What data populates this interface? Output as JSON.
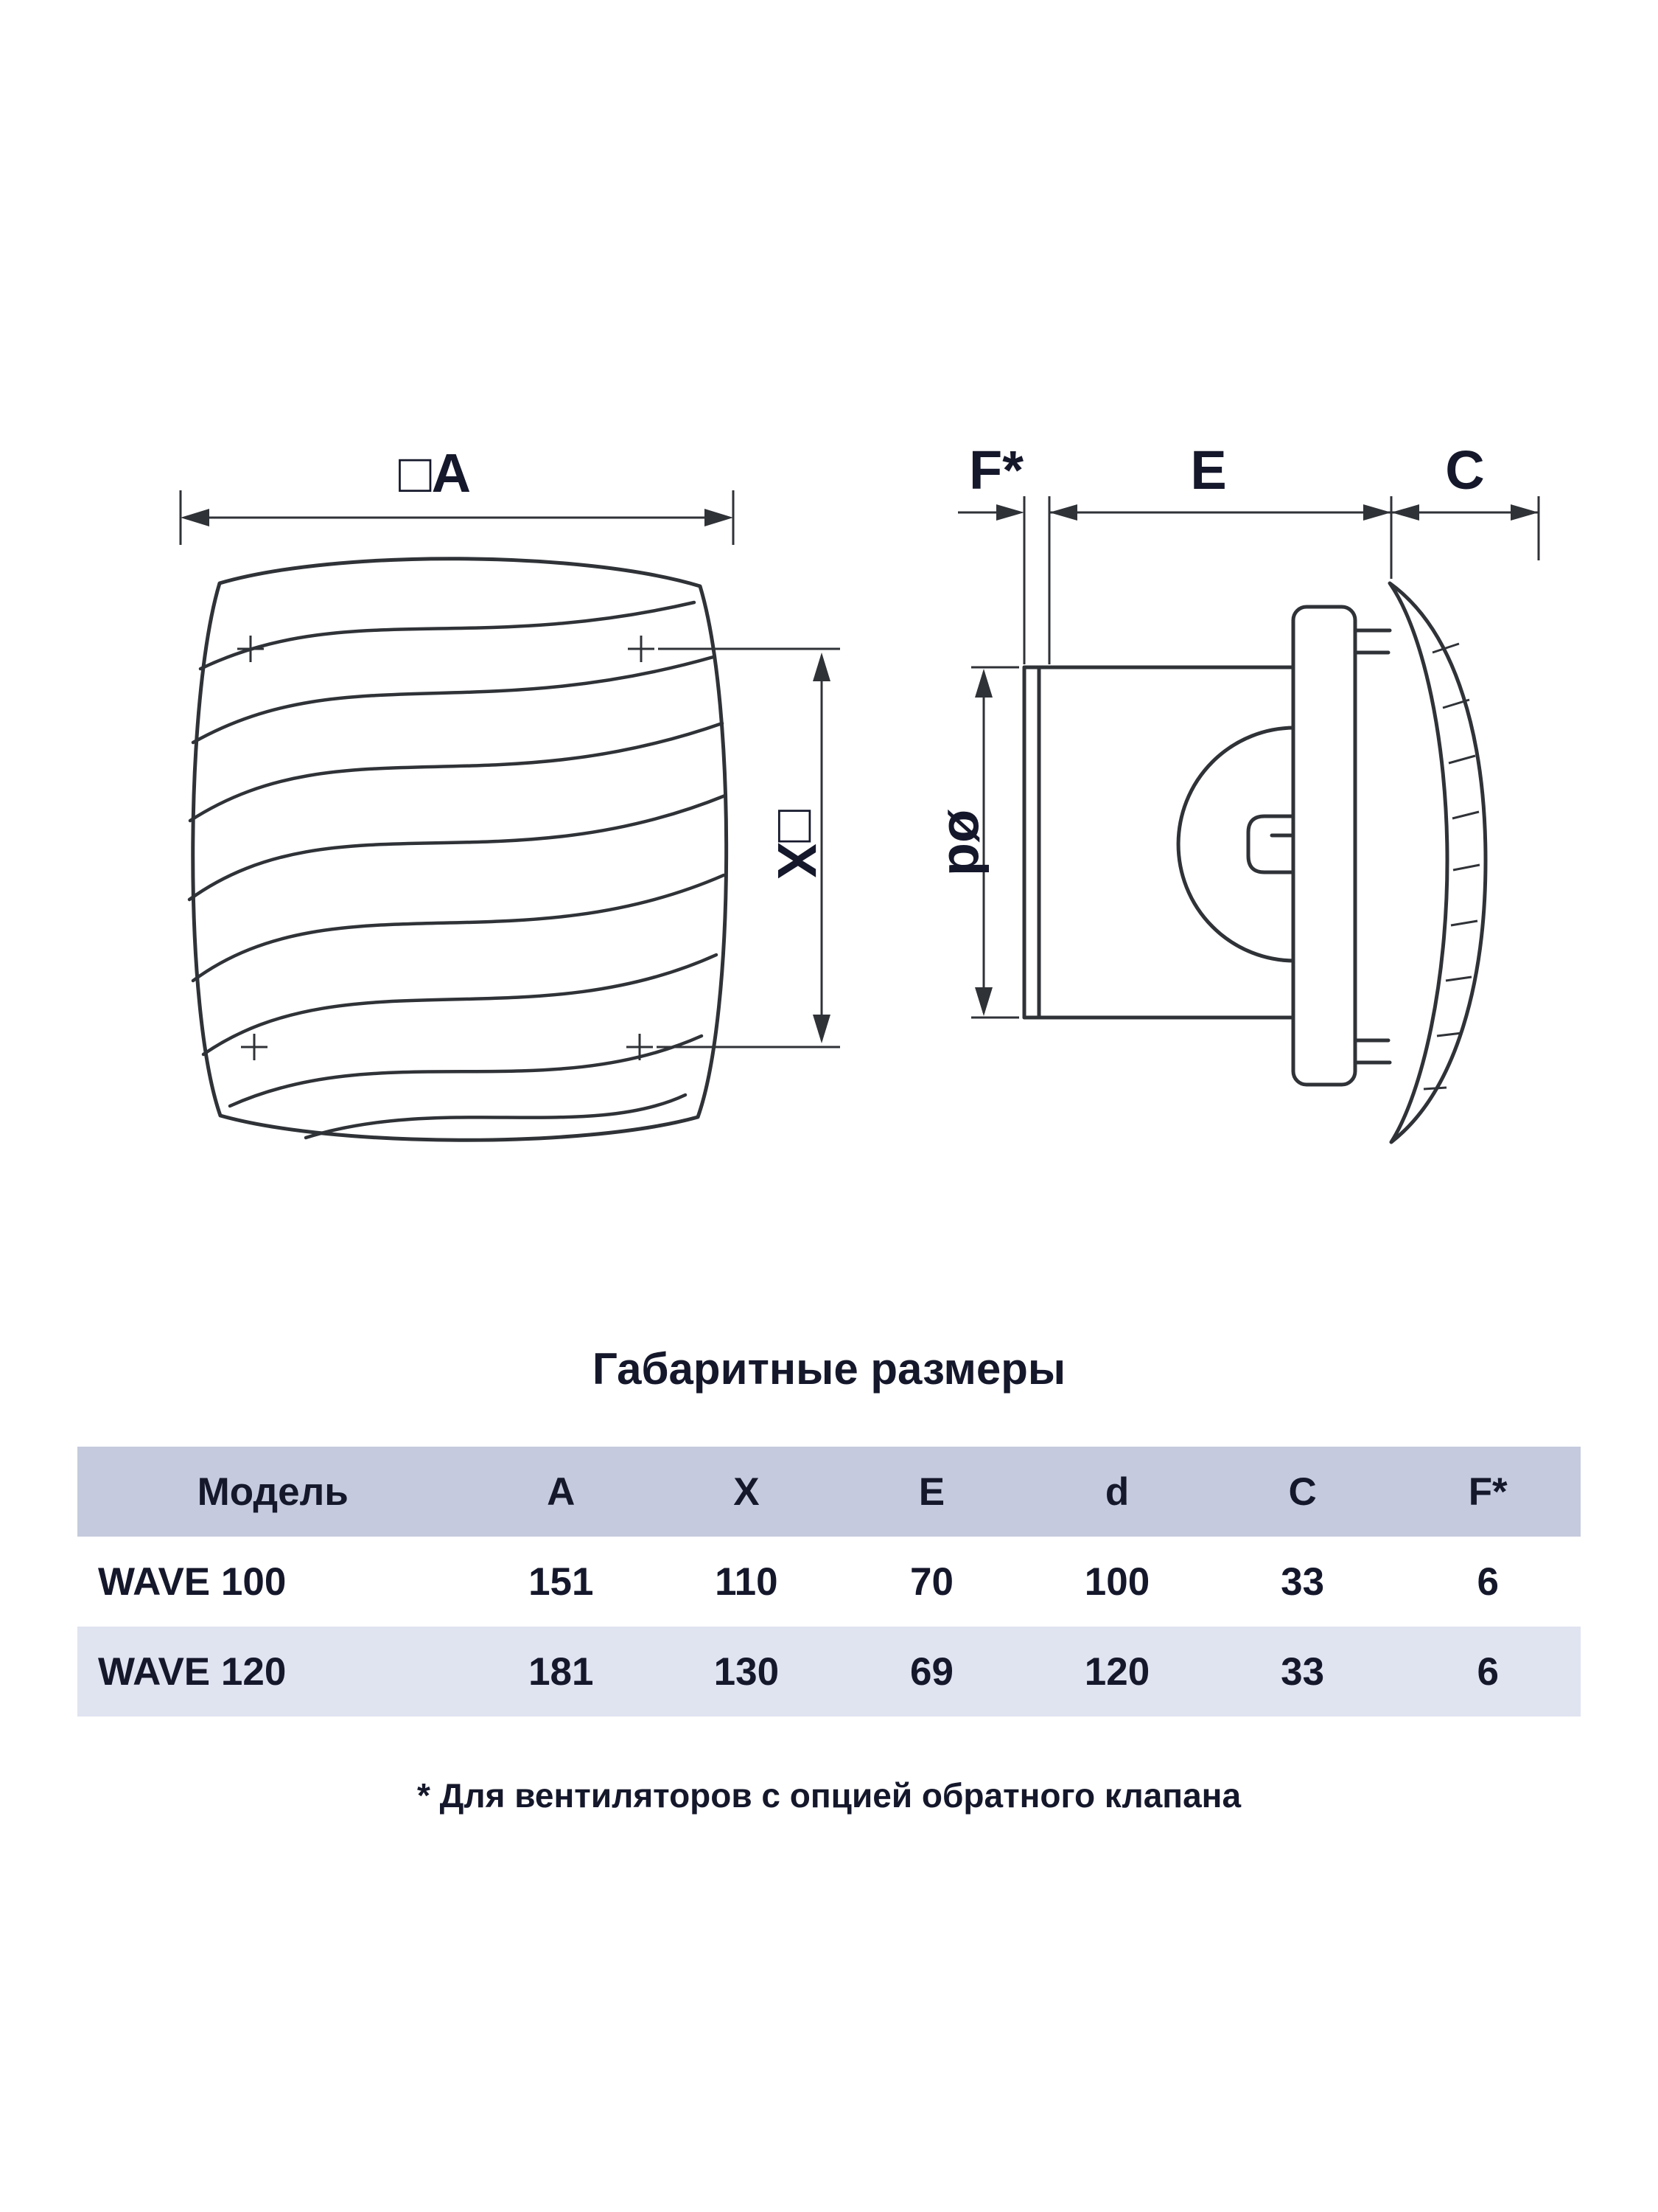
{
  "colors": {
    "background": "#ffffff",
    "line_color": "#2f3237",
    "text_color": "#15182b",
    "table_header_bg": "#c5cade",
    "table_row_alt_bg": "#e0e3f0"
  },
  "diagram": {
    "front_view": {
      "dim_width_label": "□A",
      "dim_height_label": "□X"
    },
    "side_view": {
      "dim_f_label": "F*",
      "dim_e_label": "E",
      "dim_c_label": "C",
      "dim_diameter_label": "ød"
    }
  },
  "section_title": "Габаритные размеры",
  "table": {
    "headers": [
      "Модель",
      "A",
      "X",
      "E",
      "d",
      "C",
      "F*"
    ],
    "rows": [
      {
        "cells": [
          "WAVE 100",
          "151",
          "110",
          "70",
          "100",
          "33",
          "6"
        ]
      },
      {
        "cells": [
          "WAVE 120",
          "181",
          "130",
          "69",
          "120",
          "33",
          "6"
        ]
      }
    ]
  },
  "footnote": "* Для вентиляторов с опцией обратного клапана"
}
